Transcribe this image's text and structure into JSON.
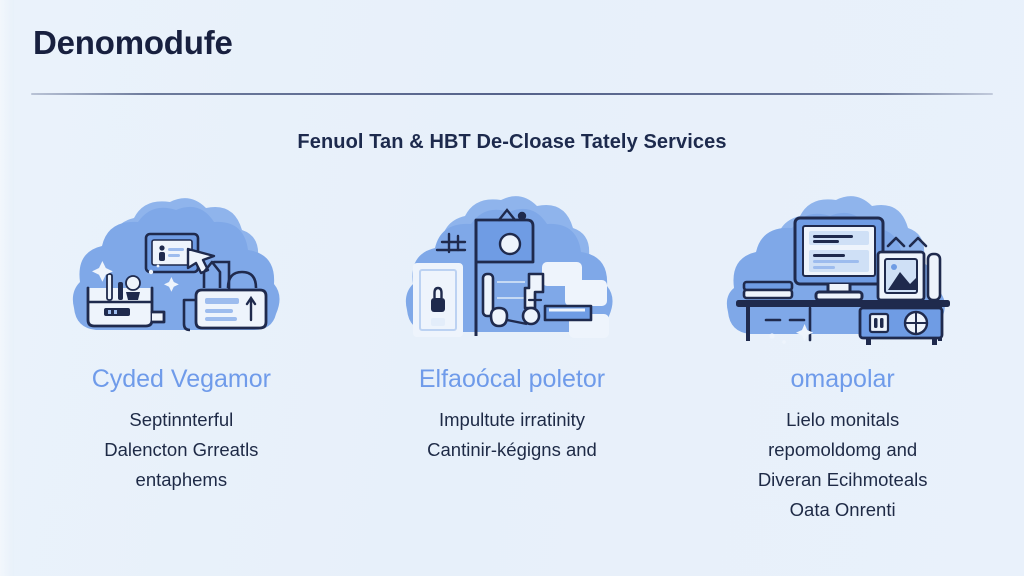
{
  "slide": {
    "title": "Denomodufe",
    "subtitle": "Fenuol Tan & HBT De-Cloase Tately Services",
    "colors": {
      "background": "#e8f1fa",
      "title_text": "#18203f",
      "divider": "#55628a",
      "subtitle_text": "#1d2a4d",
      "heading_accent": "#6f9bea",
      "body_text": "#1e2a46",
      "cloud_fill": "#7fa8e8",
      "cloud_fill_back": "#8fb4ec",
      "line_art": "#1f2a4d",
      "panel_light": "#eef4fc"
    }
  },
  "columns": [
    {
      "illustration": "cloud-devices-illustration",
      "heading": "Cyded Vegamor",
      "body_lines": [
        "Septinnterful",
        "Dalencton Grreatls",
        "entaphems"
      ]
    },
    {
      "illustration": "cloud-security-door-illustration",
      "heading": "Elfaoócal poletor",
      "body_lines": [
        "Impultute irratinity",
        "Cantinir-kégigns and"
      ]
    },
    {
      "illustration": "cloud-desktop-workspace-illustration",
      "heading": "omapolar",
      "body_lines": [
        "Lielo monitals",
        "repomoldomg and",
        "Diveran Ecihmoteals",
        "Oata Onrenti"
      ]
    }
  ]
}
